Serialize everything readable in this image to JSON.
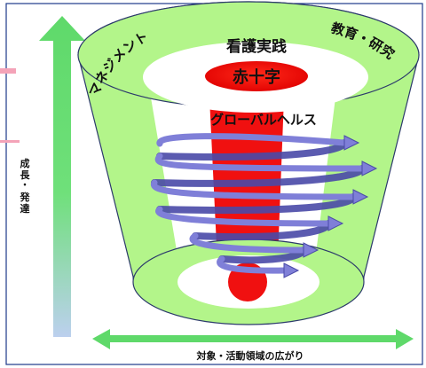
{
  "diagram": {
    "labels": {
      "management": "マネジメント",
      "education": "教育・研究",
      "practice": "看護実践",
      "red_cross": "赤十字",
      "global_health": "グローバルヘルス",
      "x_axis": "対象・活動領域の広がり",
      "y_axis_top": "成長",
      "y_axis_sep": "・",
      "y_axis_bottom": "発達"
    },
    "colors": {
      "funnel_green": "#b3f58a",
      "funnel_outline": "#2c3a6b",
      "red": "#f01010",
      "spiral": "#7f7fd8",
      "spiral_edge": "#4a4aa8",
      "arrow_green": "#5fd96a",
      "frame_blue": "#1d3a8a"
    }
  }
}
